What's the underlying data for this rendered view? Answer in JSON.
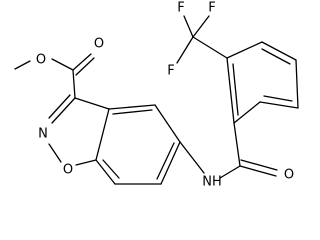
{
  "molecule": {
    "atoms": {
      "o_ester": "O",
      "o_carbonyl_top": "O",
      "n_ring": "N",
      "o_ring": "O",
      "f1": "F",
      "f2": "F",
      "f3": "F",
      "nh": "NH",
      "o_amide": "O"
    }
  },
  "colors": {
    "bond": "#000000",
    "label": "#000000",
    "background": "#ffffff"
  }
}
